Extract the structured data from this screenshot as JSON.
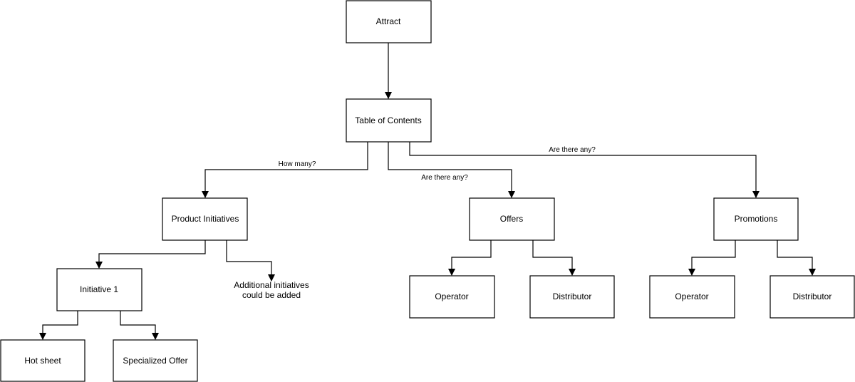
{
  "nodes": {
    "attract": "Attract",
    "toc": "Table of Contents",
    "product_initiatives": "Product Initiatives",
    "offers": "Offers",
    "promotions": "Promotions",
    "initiative_1": "Initiative 1",
    "additional_line1": "Additional initiatives",
    "additional_line2": "could be added",
    "offers_operator": "Operator",
    "offers_distributor": "Distributor",
    "promotions_operator": "Operator",
    "promotions_distributor": "Distributor",
    "hot_sheet": "Hot sheet",
    "specialized_offer": "Specialized Offer"
  },
  "edge_labels": {
    "how_many": "How many?",
    "offers_any": "Are there any?",
    "promotions_any": "Are there any?"
  },
  "colors": {
    "stroke": "#000000",
    "background": "#ffffff"
  }
}
